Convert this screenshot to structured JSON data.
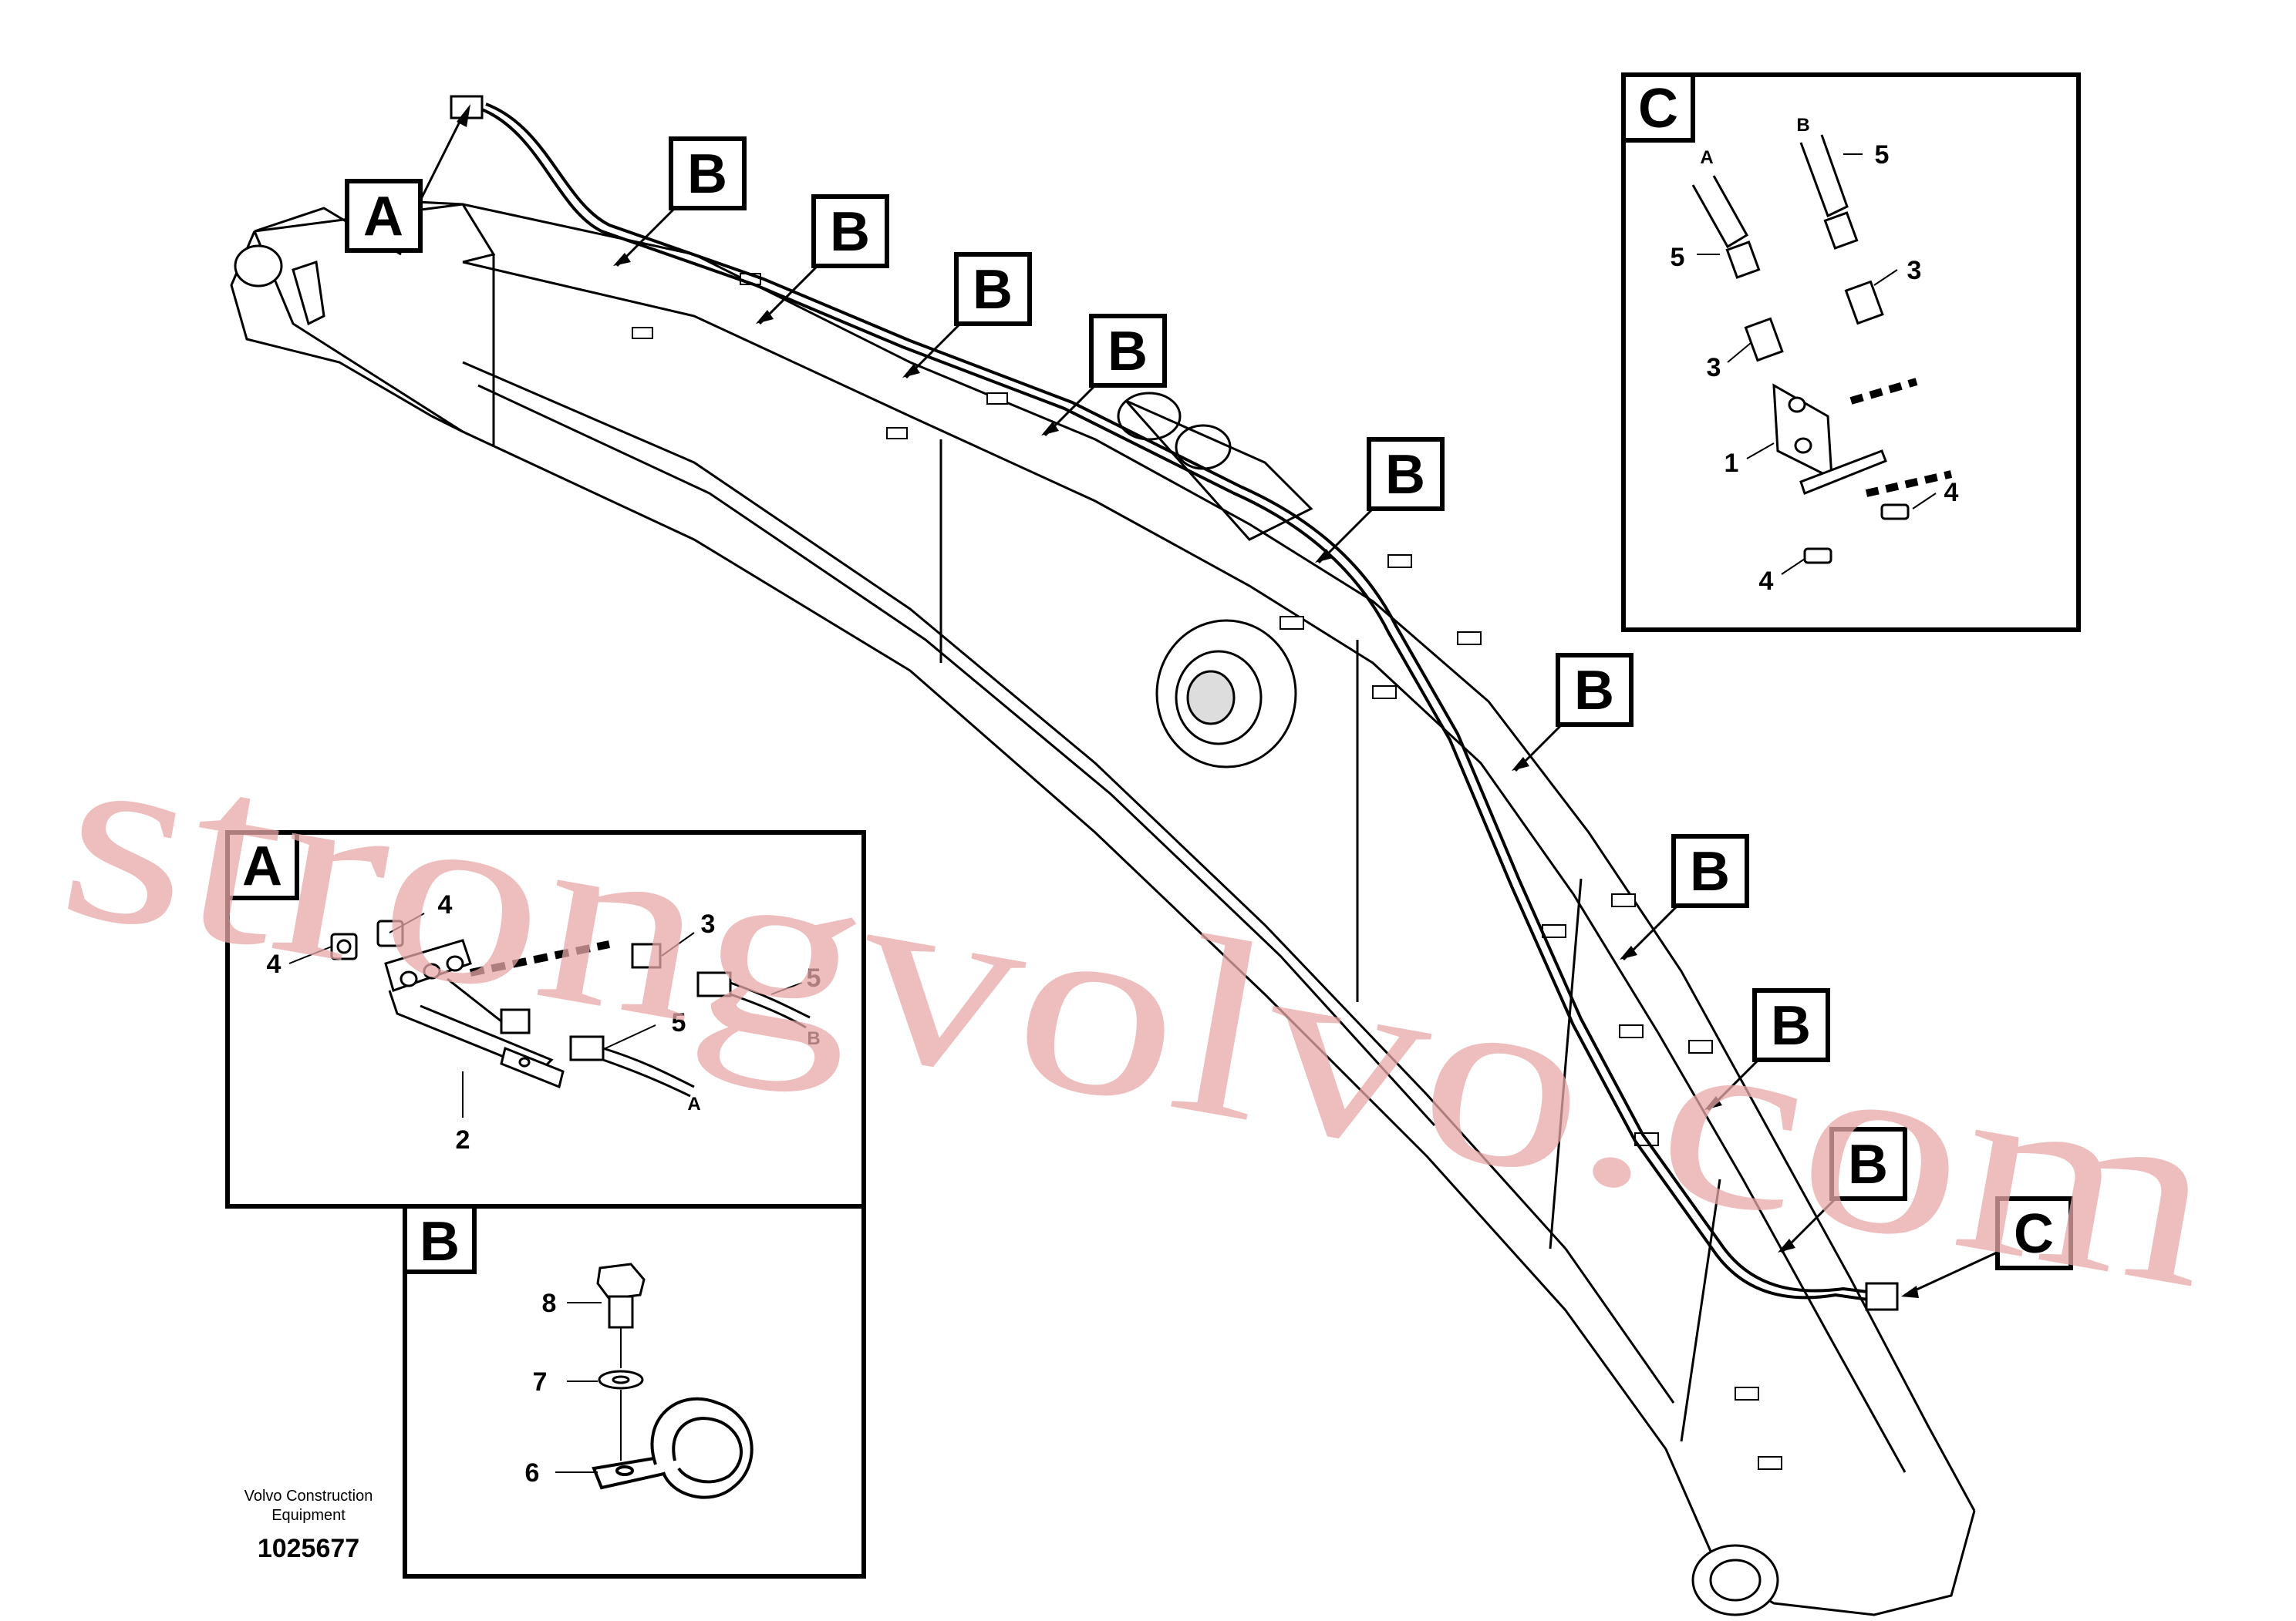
{
  "callouts": {
    "a": "A",
    "b": "B",
    "c": "C"
  },
  "detail_a": {
    "title": "A",
    "items": [
      "4",
      "4",
      "3",
      "5",
      "5",
      "2"
    ],
    "hose_ends": [
      "A",
      "B"
    ]
  },
  "detail_b": {
    "title": "B",
    "items": [
      "8",
      "7",
      "6"
    ]
  },
  "detail_c": {
    "title": "C",
    "items": [
      "5",
      "5",
      "3",
      "3",
      "1",
      "4",
      "4"
    ],
    "hose_ends": [
      "A",
      "B"
    ]
  },
  "footer": {
    "company_line1": "Volvo Construction",
    "company_line2": "Equipment",
    "document_number": "1025677"
  },
  "watermark": "strongvolvo.com"
}
